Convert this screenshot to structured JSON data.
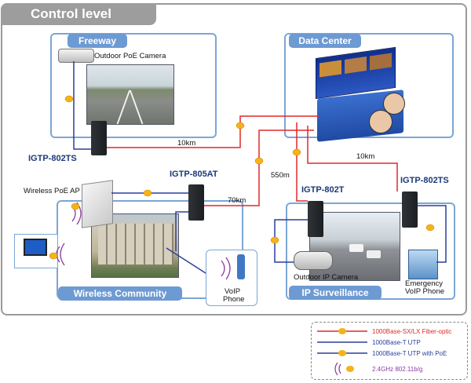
{
  "title": "Control level",
  "zones": {
    "freeway": "Freeway",
    "data_center": "Data Center",
    "wireless_community": "Wireless Community",
    "ip_surveillance": "IP Surveillance"
  },
  "devices": {
    "igtp_802ts_left": "IGTP-802TS",
    "igtp_805at": "IGTP-805AT",
    "igtp_802t": "IGTP-802T",
    "igtp_802ts_right": "IGTP-802TS"
  },
  "labels": {
    "outdoor_poe_camera": "Outdoor PoE Camera",
    "wireless_poe_ap": "Wireless PoE AP",
    "voip_phone_line1": "VoIP",
    "voip_phone_line2": "Phone",
    "outdoor_ip_camera": "Outdoor IP Camera",
    "emergency_line1": "Emergency",
    "emergency_line2": "VoIP Phone"
  },
  "distances": {
    "d1": "10km",
    "d2": "10km",
    "d3": "70km",
    "d4": "550m"
  },
  "legend": {
    "fiber": "1000Base-SX/LX Fiber-optic",
    "utp": "1000Base-T UTP",
    "poe": "1000Base-T UTP with PoE",
    "wifi": "2.4GHz 802.11b/g"
  },
  "colors": {
    "fiber": "#e0292b",
    "utp": "#2b3f9c",
    "zone_border": "#7ba6d6",
    "zone_head": "#6d9ad2",
    "badge": "#f5b31a"
  }
}
